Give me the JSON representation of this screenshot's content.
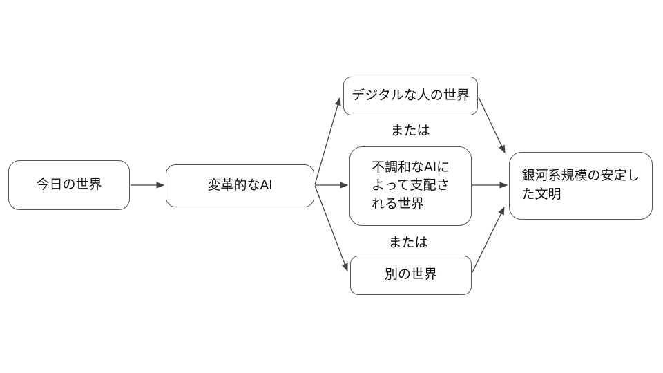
{
  "diagram": {
    "title": "transformative-ai-outcomes-flowchart",
    "nodes": [
      {
        "id": "today-world",
        "label": "今日の世界"
      },
      {
        "id": "transformative-ai",
        "label": "変革的なAI"
      },
      {
        "id": "digital-people-world",
        "label": "デジタルな人の世界"
      },
      {
        "id": "misaligned-ai-world",
        "lines": [
          "不調和なAIに",
          "よって支配さ",
          "れる世界"
        ]
      },
      {
        "id": "another-world",
        "label": "別の世界"
      },
      {
        "id": "galactic-civilization",
        "lines": [
          "銀河系規模の安定し",
          "た文明"
        ]
      }
    ],
    "edge_labels": [
      {
        "id": "or-top",
        "label": "または"
      },
      {
        "id": "or-bottom",
        "label": "または"
      }
    ],
    "colors": {
      "background": "#ffffff",
      "node_fill": "#ffffff",
      "node_border": "#595959",
      "arrow": "#424242",
      "text": "#111111"
    }
  }
}
